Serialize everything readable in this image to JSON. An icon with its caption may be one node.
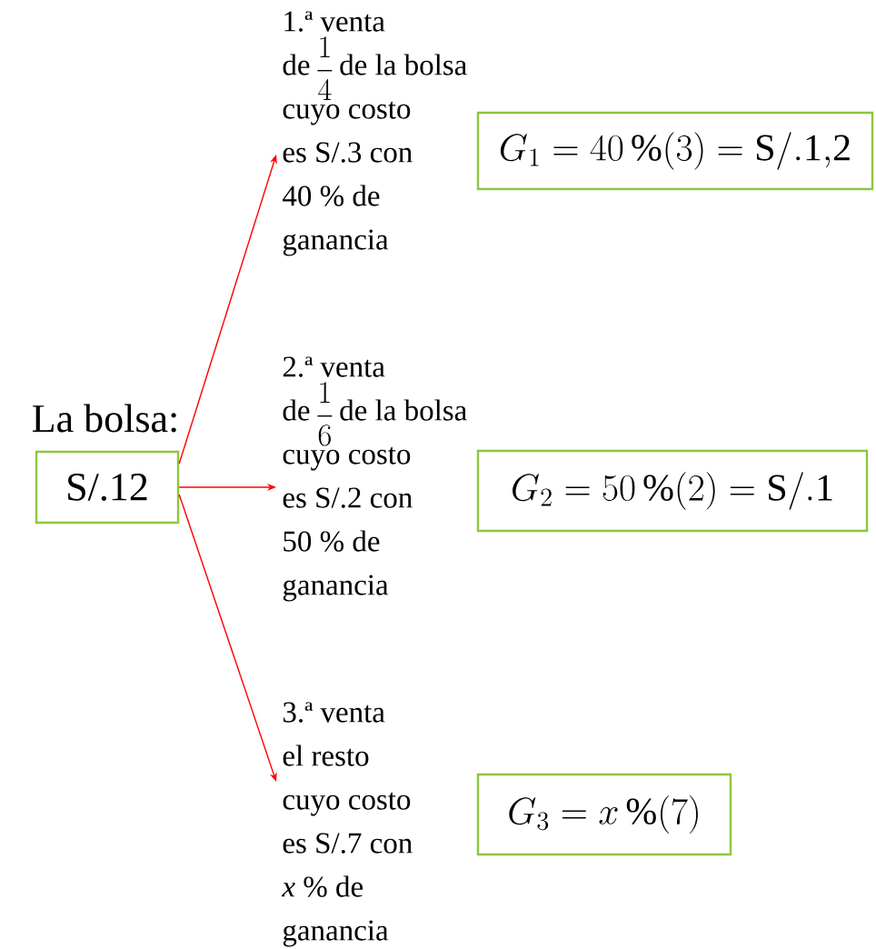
{
  "diagram": {
    "nodes": [
      {
        "text": [
          "La bolsa:",
          "S/.12"
        ]
      },
      {
        "text": [
          "1.ª venta",
          "de",
          "\\frac{1}{4}",
          "de la bolsa",
          "cuyo costo es S/.3 con 40 % de ganancia"
        ]
      },
      {
        "text": [
          "2.ª venta",
          "de",
          "\\frac{1}{6}",
          "de la bolsa",
          "cuyo costo es S/.2 con 50 % de ganancia"
        ]
      },
      {
        "text": [
          "3.ª venta",
          "el resto",
          "cuyo costo es S/.7 con *x* % de ganancia"
        ]
      },
      {
        "text": [
          "G_1=40\\,\\%(3)=\\mathrm{S/.1{,}2}"
        ]
      },
      {
        "text": [
          "G_2=50\\,\\%(2)=\\mathrm{S/.1}"
        ]
      },
      {
        "text": [
          "G_3=x\\,\\%(7)"
        ]
      }
    ],
    "edges": [
      {
        "from": 0,
        "to": 1,
        "arrow": "to"
      },
      {
        "from": 0,
        "to": 2,
        "arrow": "to"
      },
      {
        "from": 0,
        "to": 3,
        "arrow": "to"
      }
    ]
  }
}
